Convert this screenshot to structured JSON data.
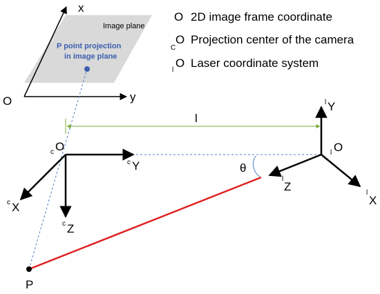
{
  "legend": {
    "item1": {
      "symbol": "O",
      "text": "2D image frame coordinate"
    },
    "item2": {
      "sub": "C",
      "symbol": "O",
      "text": "Projection center of the camera"
    },
    "item3": {
      "sub": "l",
      "symbol": "O",
      "text": "Laser coordinate system"
    }
  },
  "image_plane": {
    "title": "Image plane",
    "point_label_line1": "P point projection",
    "point_label_line2": "in image plane",
    "axis_x": "x",
    "axis_y": "y",
    "origin": "O"
  },
  "camera": {
    "origin_sub": "c",
    "origin": "O",
    "axis_y_sup": "c",
    "axis_y": "Y",
    "axis_x_sup": "c",
    "axis_x": "X",
    "axis_z_sup": "c",
    "axis_z": "Z"
  },
  "laser": {
    "origin_sub": "l",
    "origin": "O",
    "axis_y_sup": "l",
    "axis_y": "Y",
    "axis_z_sup": "l",
    "axis_z": "Z",
    "axis_x_sup": "l",
    "axis_x": "X"
  },
  "distance_label": "l",
  "angle_label": "θ",
  "point_label": "P",
  "colors": {
    "plane_fill": "#d9d9d9",
    "laser_ray": "#e02020",
    "distance_line": "#7aab3c",
    "dashed": "#4a7cc4",
    "point_blue": "#3b5fb0"
  }
}
